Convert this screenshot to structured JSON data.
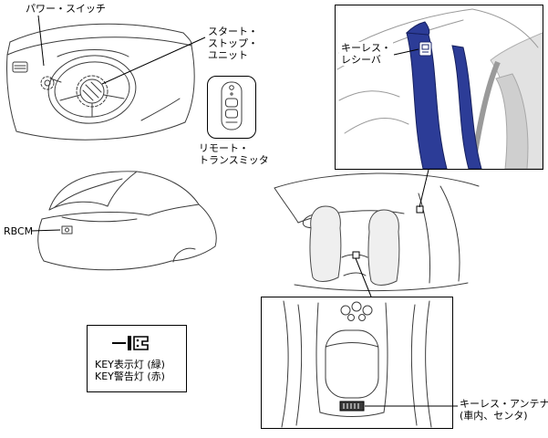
{
  "diagram": {
    "type": "vehicle-keyless-entry-system-location-diagram",
    "labels": {
      "power_switch": "パワー・スイッチ",
      "start_stop_unit": [
        "スタート・",
        "ストップ・",
        "ユニット"
      ],
      "remote_transmitter": [
        "リモート・",
        "トランスミッタ"
      ],
      "rbcm": "RBCM",
      "keyless_receiver": [
        "キーレス・",
        "レシーバ"
      ],
      "key_indicator_green": "KEY表示灯 (緑)",
      "key_warning_red": "KEY警告灯 (赤)",
      "keyless_antenna": [
        "キーレス・アンテナ",
        "(車内、センタ)"
      ]
    },
    "colors": {
      "highlight_blue": "#2c3c97",
      "highlight_blue_dark": "#16205e",
      "line_art": "#3c3c3c",
      "leader_line": "#000000",
      "background": "#ffffff"
    }
  }
}
